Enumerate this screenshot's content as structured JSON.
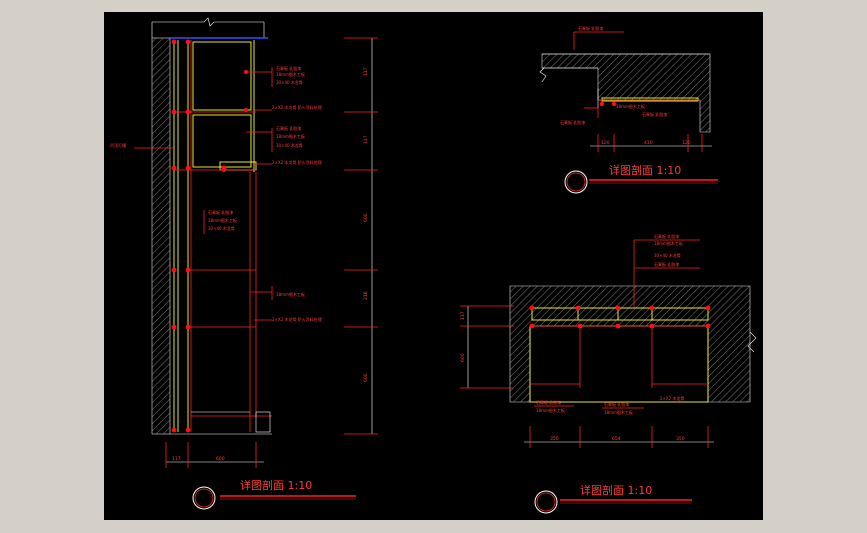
{
  "sheet": {
    "left_view_title": "详图剖面 1:10",
    "top_right_title": "详图剖面 1:10",
    "bottom_right_title": "详图剖面 1:10"
  },
  "left_view": {
    "notes": [
      "石膏板 乳胶漆",
      "18mm细木工板",
      "30×40 木龙骨",
      "2×X2 木龙骨 防火涂料处理",
      "石膏板 乳胶漆",
      "18mm细木工板",
      "30×40 木龙骨",
      "2×X2 木龙骨 防火涂料处理",
      "石膏板 乳胶漆",
      "18mm细木工板",
      "30×40 木龙骨",
      "18mm细木工板",
      "2×X2 木龙骨 防火涂料处理"
    ],
    "side_label": "吊顶灯槽",
    "dims_vertical": [
      "117",
      "117",
      "600",
      "216",
      "600"
    ],
    "dims_bottom": [
      "117",
      "600"
    ]
  },
  "top_right": {
    "notes": [
      "石膏板 乳胶漆",
      "18mm细木工板",
      "石膏板 乳胶漆",
      "石膏板 乳胶漆"
    ],
    "dims": [
      "120",
      "410",
      "120"
    ]
  },
  "bottom_right": {
    "notes": [
      "石膏板 乳胶漆",
      "18mm细木工板",
      "30×40 木龙骨",
      "石膏板 乳胶漆",
      "石膏板 乳胶漆",
      "18mm细木工板",
      "石膏板 乳胶漆",
      "18mm细木工板",
      "2×X2 木龙骨"
    ],
    "dims_bottom": [
      "350",
      "654",
      "350"
    ],
    "dims_left": [
      "117",
      "600"
    ]
  },
  "colors": {
    "background": "#000000",
    "annotation": "#ff2020",
    "frame": "#ffff30",
    "hatch": "#ffffff",
    "accent": "#2040ff"
  }
}
